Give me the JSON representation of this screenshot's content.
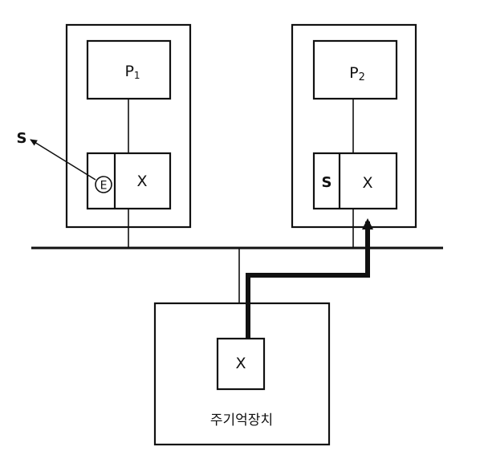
{
  "node1": {
    "processor_label": "P",
    "processor_subscript": "1",
    "cache_state": "E",
    "cache_block": "X",
    "outside_state": "S"
  },
  "node2": {
    "processor_label": "P",
    "processor_subscript": "2",
    "cache_state": "S",
    "cache_block": "X"
  },
  "memory": {
    "block": "X",
    "label": "주기억장치"
  },
  "colors": {
    "stroke": "#111111",
    "background": "#ffffff"
  }
}
